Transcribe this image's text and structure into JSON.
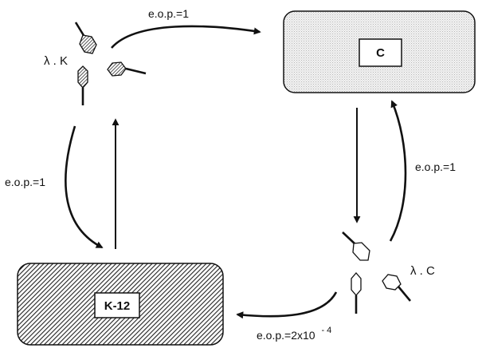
{
  "phages": {
    "lambda_k": {
      "label": "λ . K"
    },
    "lambda_c": {
      "label": "λ . C"
    }
  },
  "hosts": {
    "c": {
      "label": "C"
    },
    "k12": {
      "label": "K-12"
    }
  },
  "edges": {
    "lambdaK_to_C": {
      "label": "e.o.p.=1"
    },
    "lambdaK_to_K12": {
      "label": "e.o.p.=1"
    },
    "lambdaC_to_C": {
      "label": "e.o.p.=1"
    },
    "lambdaC_to_K12": {
      "label_base": "e.o.p.=2x10",
      "label_exp": "- 4"
    }
  },
  "colors": {
    "ink": "#111111",
    "c_fill": "#dcdcdc",
    "k12_hatch": "#222222"
  }
}
